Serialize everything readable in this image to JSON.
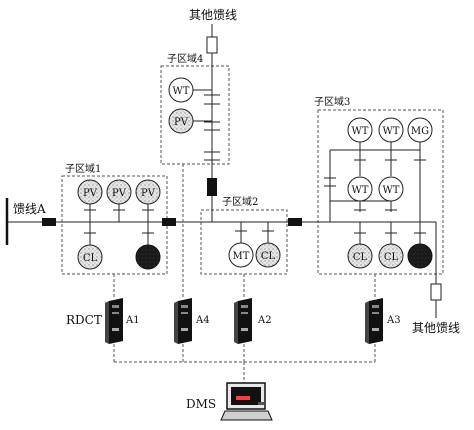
{
  "labels": {
    "top_feeder": "其他馈线",
    "right_feeder": "其他馈线",
    "feeder_a": "馈线A",
    "subarea1": "子区域1",
    "subarea2": "子区域2",
    "subarea3": "子区域3",
    "subarea4": "子区域4",
    "rdct": "RDCT",
    "dms": "DMS",
    "a1": "A1",
    "a2": "A2",
    "a3": "A3",
    "a4": "A4"
  },
  "nodes": {
    "wt": "WT",
    "pv": "PV",
    "cl": "CL",
    "mt": "MT",
    "mg": "MG"
  },
  "colors": {
    "line": "#222222",
    "dashed": "#555555",
    "speckle_fill": "#d0d0d0",
    "dark_fill": "#111111",
    "background": "#ffffff"
  }
}
